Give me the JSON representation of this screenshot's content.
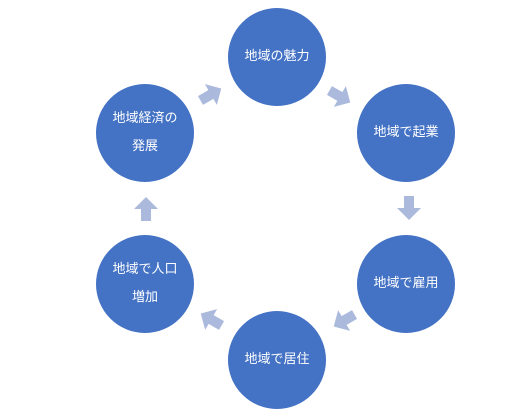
{
  "colors": {
    "node": "#4472c4",
    "arrow": "#aab9dc"
  },
  "nodes": [
    {
      "id": "attraction",
      "label": "地域の魅力"
    },
    {
      "id": "startup",
      "label": "地域で起業"
    },
    {
      "id": "employment",
      "label": "地域で雇用"
    },
    {
      "id": "residence",
      "label": "地域で居住"
    },
    {
      "id": "population",
      "label": "地域で人口\n増加"
    },
    {
      "id": "economy",
      "label": "地域経済の\n発展"
    }
  ]
}
